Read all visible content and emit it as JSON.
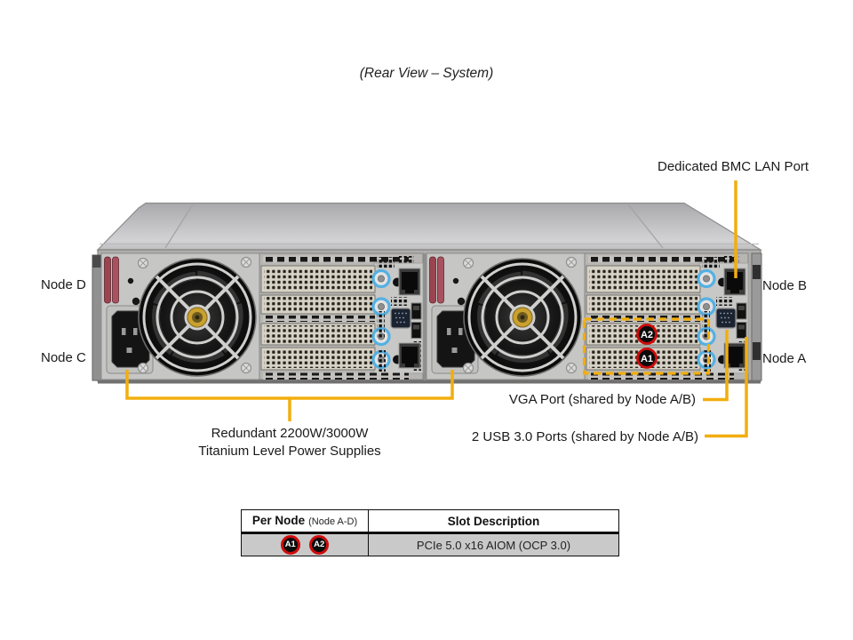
{
  "title": "(Rear View – System)",
  "node_labels": {
    "node_d": "Node D",
    "node_c": "Node C",
    "node_b": "Node B",
    "node_a": "Node A"
  },
  "callouts": {
    "bmc_lan": "Dedicated BMC LAN Port",
    "vga": "VGA Port (shared by Node A/B)",
    "usb": "2 USB 3.0 Ports (shared by Node A/B)",
    "psu_line1": "Redundant 2200W/3000W",
    "psu_line2": "Titanium Level Power Supplies"
  },
  "chassis_badges": {
    "a2": "A2",
    "a1": "A1"
  },
  "table": {
    "header": {
      "per_node": "Per Node",
      "per_node_note": "(Node A-D)",
      "slot_description": "Slot Description"
    },
    "row": {
      "badge_a1": "A1",
      "badge_a2": "A2",
      "description": "PCIe 5.0 x16 AIOM (OCP 3.0)"
    }
  },
  "colors": {
    "callout_yellow": "#F2AE0D",
    "badge_red": "#CE0B0B",
    "badge_black": "#0B0B0B",
    "thumbscrew_blue": "#54B0E2",
    "psu_handle_red": "#9C4350",
    "table_row_bg": "#C9C9C9"
  }
}
